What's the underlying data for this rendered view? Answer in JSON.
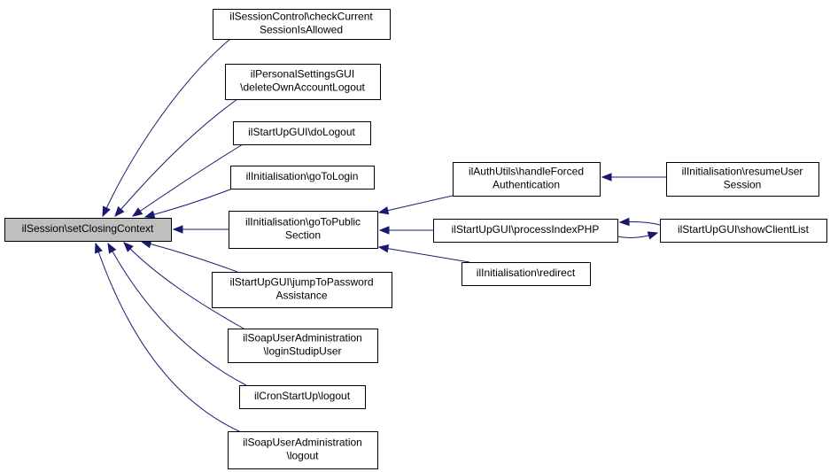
{
  "diagram": {
    "nodes": [
      {
        "id": "root",
        "lines": [
          "ilSession\\setClosingContext"
        ]
      },
      {
        "id": "n1",
        "lines": [
          "ilSessionControl\\checkCurrent",
          "SessionIsAllowed"
        ]
      },
      {
        "id": "n2",
        "lines": [
          "ilPersonalSettingsGUI",
          "\\deleteOwnAccountLogout"
        ]
      },
      {
        "id": "n3",
        "lines": [
          "ilStartUpGUI\\doLogout"
        ]
      },
      {
        "id": "n4",
        "lines": [
          "ilInitialisation\\goToLogin"
        ]
      },
      {
        "id": "n5",
        "lines": [
          "ilInitialisation\\goToPublic",
          "Section"
        ]
      },
      {
        "id": "n6",
        "lines": [
          "ilStartUpGUI\\jumpToPassword",
          "Assistance"
        ]
      },
      {
        "id": "n7",
        "lines": [
          "ilSoapUserAdministration",
          "\\loginStudipUser"
        ]
      },
      {
        "id": "n8",
        "lines": [
          "ilCronStartUp\\logout"
        ]
      },
      {
        "id": "n9",
        "lines": [
          "ilSoapUserAdministration",
          "\\logout"
        ]
      },
      {
        "id": "n10",
        "lines": [
          "ilAuthUtils\\handleForced",
          "Authentication"
        ]
      },
      {
        "id": "n11",
        "lines": [
          "ilStartUpGUI\\processIndexPHP"
        ]
      },
      {
        "id": "n12",
        "lines": [
          "ilInitialisation\\redirect"
        ]
      },
      {
        "id": "n13",
        "lines": [
          "ilInitialisation\\resumeUser",
          "Session"
        ]
      },
      {
        "id": "n14",
        "lines": [
          "ilStartUpGUI\\showClientList"
        ]
      }
    ],
    "edges": [
      {
        "from": "n1",
        "to": "root"
      },
      {
        "from": "n2",
        "to": "root"
      },
      {
        "from": "n3",
        "to": "root"
      },
      {
        "from": "n4",
        "to": "root"
      },
      {
        "from": "n5",
        "to": "root"
      },
      {
        "from": "n6",
        "to": "root"
      },
      {
        "from": "n7",
        "to": "root"
      },
      {
        "from": "n8",
        "to": "root"
      },
      {
        "from": "n9",
        "to": "root"
      },
      {
        "from": "n10",
        "to": "n5"
      },
      {
        "from": "n11",
        "to": "n5"
      },
      {
        "from": "n12",
        "to": "n5"
      },
      {
        "from": "n13",
        "to": "n10"
      },
      {
        "from": "n14",
        "to": "n11"
      },
      {
        "from": "n11",
        "to": "n14"
      }
    ],
    "colors": {
      "edge": "#191970",
      "root_fill": "#bfbfbf",
      "node_fill": "#ffffff",
      "border": "#000000"
    }
  }
}
